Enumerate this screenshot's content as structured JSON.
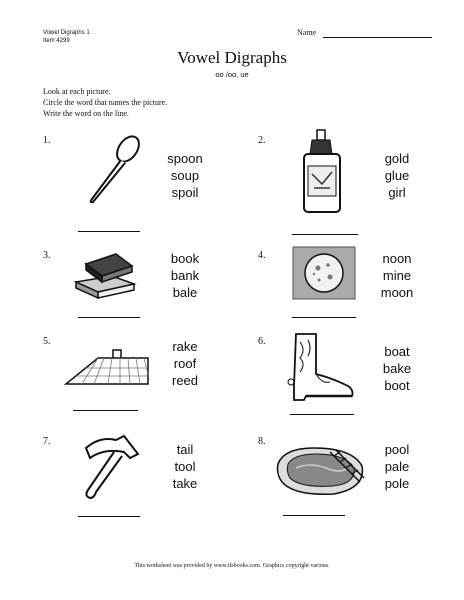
{
  "header": {
    "worksheet_id": "Vowel Digraphs 1",
    "item_number": "Item 4299",
    "name_label": "Name"
  },
  "title": "Vowel Digraphs",
  "subtitle": "oo /oo, ue",
  "instructions": [
    "Look at each picture.",
    "Circle the word that names the picture.",
    "Write the word on the line."
  ],
  "items": [
    {
      "number": "1.",
      "picture": "spoon-picture",
      "words": [
        "spoon",
        "soup",
        "spoil"
      ]
    },
    {
      "number": "2.",
      "picture": "glue-bottle-picture",
      "words": [
        "gold",
        "glue",
        "girl"
      ]
    },
    {
      "number": "3.",
      "picture": "books-picture",
      "words": [
        "book",
        "bank",
        "bale"
      ]
    },
    {
      "number": "4.",
      "picture": "moon-picture",
      "words": [
        "noon",
        "mine",
        "moon"
      ]
    },
    {
      "number": "5.",
      "picture": "roof-picture",
      "words": [
        "rake",
        "roof",
        "reed"
      ]
    },
    {
      "number": "6.",
      "picture": "boot-picture",
      "words": [
        "boat",
        "bake",
        "boot"
      ]
    },
    {
      "number": "7.",
      "picture": "hammer-tool-picture",
      "words": [
        "tail",
        "tool",
        "take"
      ]
    },
    {
      "number": "8.",
      "picture": "pool-picture",
      "words": [
        "pool",
        "pale",
        "pole"
      ]
    }
  ],
  "footer": "This worksheet was provided by www.tlsbooks.com. Graphics copyright various."
}
